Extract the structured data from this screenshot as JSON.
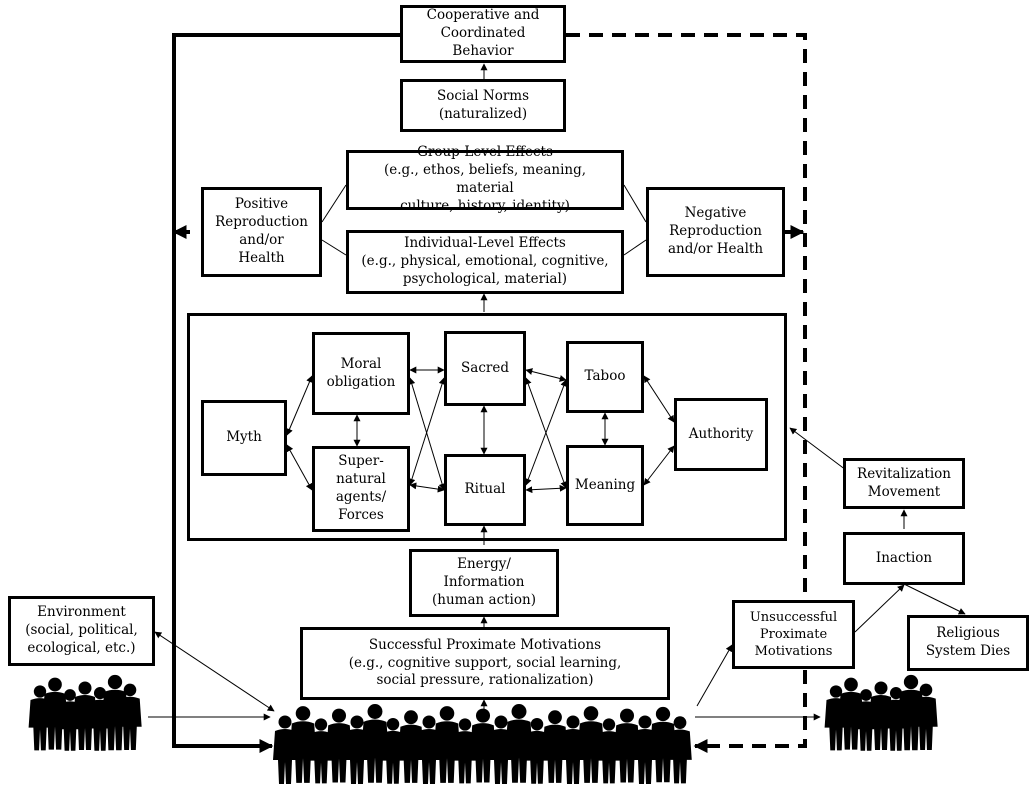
{
  "boxes": {
    "cooperative": "Cooperative and\nCoordinated Behavior",
    "social_norms": "Social Norms\n(naturalized)",
    "group_effects": "Group-Level Effects\n(e.g., ethos, beliefs, meaning, material\nculture, history, identity)",
    "individual_effects": "Individual-Level Effects\n(e.g., physical, emotional, cognitive,\npsychological, material)",
    "positive_repro": "Positive\nReproduction\nand/or\nHealth",
    "negative_repro": "Negative\nReproduction\nand/or Health",
    "myth": "Myth",
    "moral": "Moral\nobligation",
    "supernatural": "Super-\nnatural\nagents/\nForces",
    "sacred": "Sacred",
    "ritual": "Ritual",
    "taboo": "Taboo",
    "meaning": "Meaning",
    "authority": "Authority",
    "energy": "Energy/\nInformation\n(human action)",
    "successful": "Successful Proximate Motivations\n(e.g., cognitive support, social learning,\nsocial pressure, rationalization)",
    "environment": "Environment\n(social, political,\necological, etc.)",
    "unsuccessful": "Unsuccessful\nProximate\nMotivations",
    "inaction": "Inaction",
    "revitalization": "Revitalization\nMovement",
    "religious_dies": "Religious\nSystem Dies"
  },
  "colors": {
    "stroke": "#000000",
    "fill": "#000000",
    "background": "#ffffff"
  },
  "icons": {
    "crowd": "people-silhouette-icon"
  }
}
